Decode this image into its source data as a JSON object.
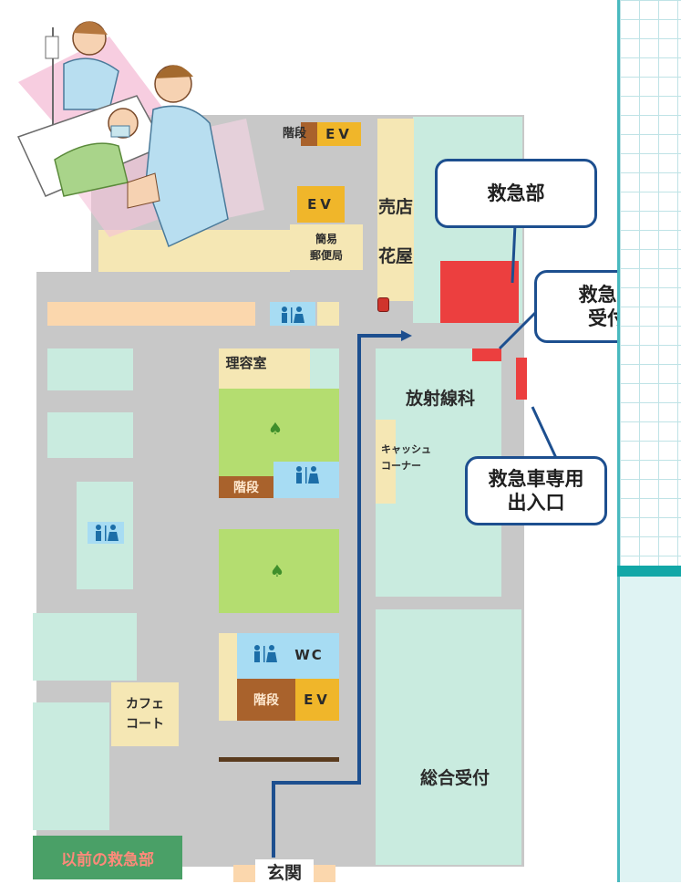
{
  "map": {
    "rooms": {
      "stairs_top": "階段",
      "ev_top": "EV",
      "ev_mid": "EV",
      "shop": "売店",
      "flower_shop": "花屋",
      "post_office": "簡易\n郵便局",
      "barber": "理容室",
      "radiology": "放射線科",
      "cash_corner": "キャッシュ\nコーナー",
      "stairs_center": "階段",
      "wc": "WC",
      "stairs_bottom": "階段",
      "ev_bottom": "EV",
      "cafe": "カフェ\nコート",
      "general_reception": "総合受付",
      "old_emergency": "以前の救急部",
      "entrance": "玄関"
    },
    "callouts": {
      "emergency": "救急部",
      "emergency_reception_line1": "救急部",
      "emergency_reception_line2": "受付",
      "ambulance_line1": "救急車専用",
      "ambulance_line2": "出入口"
    },
    "colors": {
      "route": "#1d4f8f",
      "emergency_area": "#ec3f3f",
      "old_emergency_bg": "#4aa067",
      "old_emergency_text": "#ff8a7a"
    }
  }
}
